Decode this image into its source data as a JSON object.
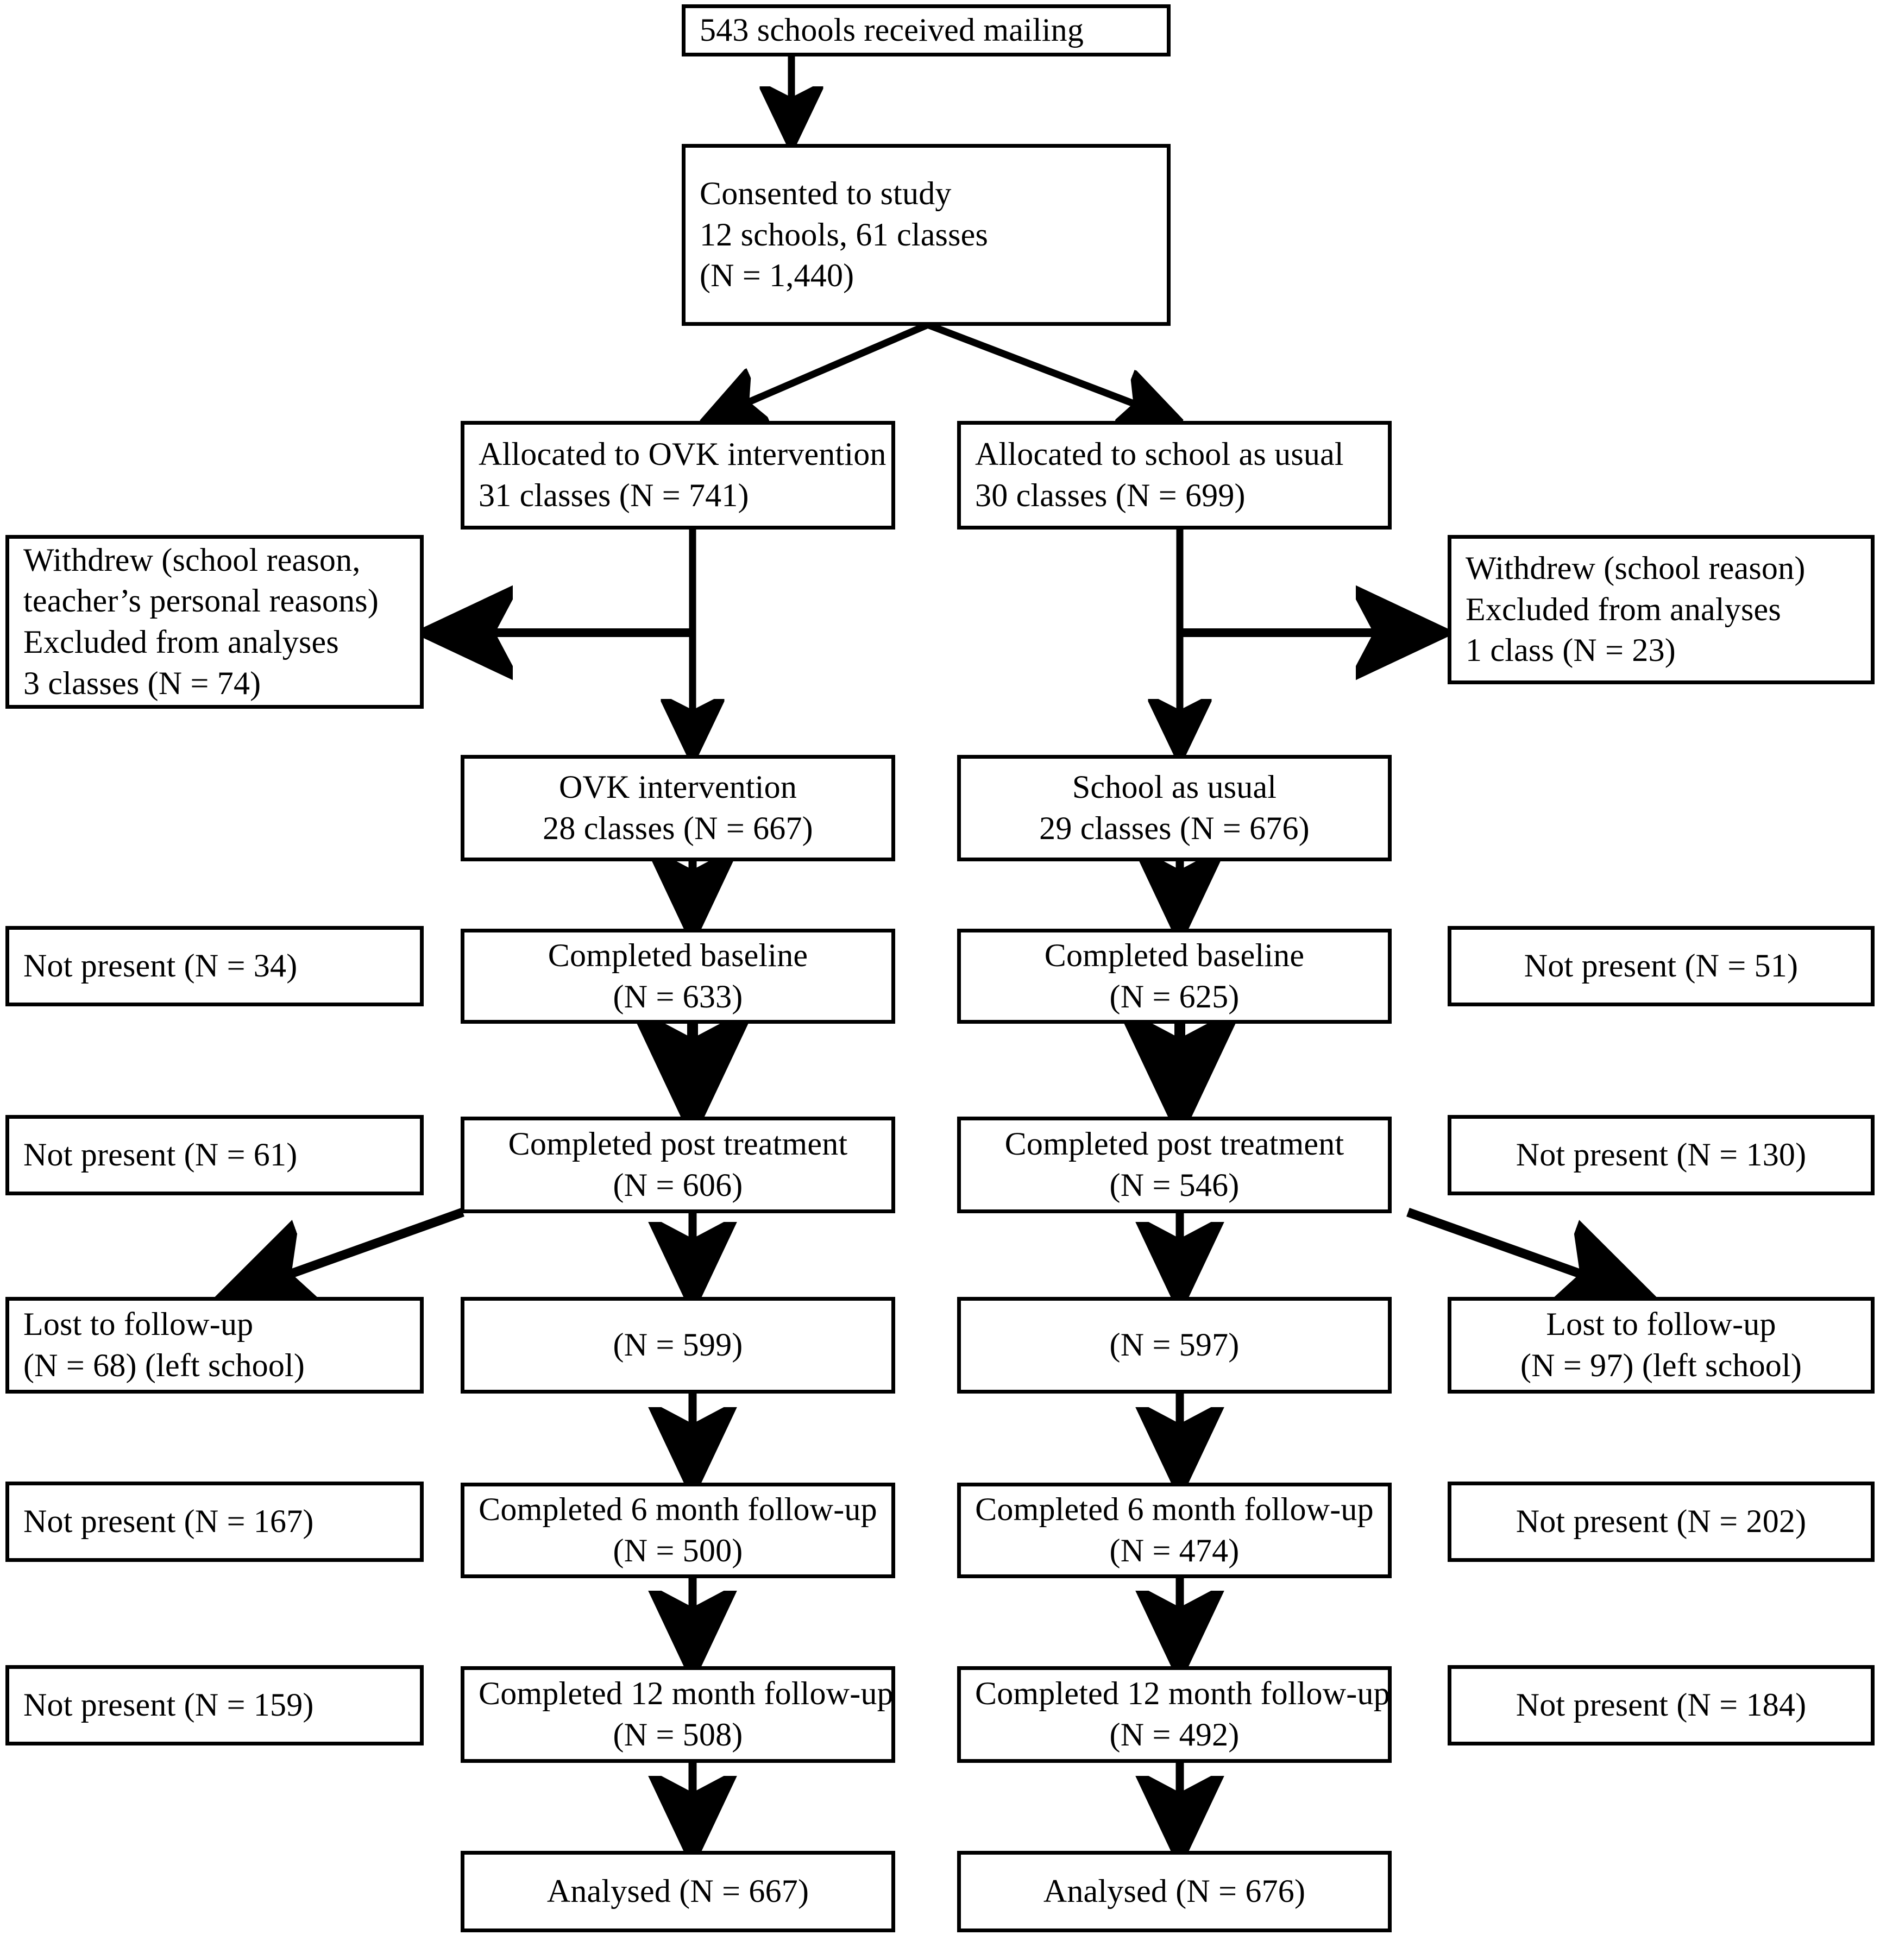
{
  "diagram": {
    "type": "consort-flow-diagram",
    "title": "CONSORT participant flow diagram",
    "style": {
      "box_border_color": "#000000",
      "box_fill": "#ffffff",
      "arrow_color": "#000000",
      "text_color": "#000000"
    },
    "nodes": {
      "mailing": {
        "lines": [
          "543 schools received mailing"
        ],
        "align": "left"
      },
      "consented": {
        "lines": [
          "Consented to study",
          "12 schools, 61 classes",
          "(N = 1,440)"
        ],
        "align": "left"
      },
      "alloc_ovk": {
        "lines": [
          "Allocated to OVK intervention",
          "31 classes (N = 741)"
        ],
        "align": "left"
      },
      "alloc_sau": {
        "lines": [
          "Allocated to school as usual",
          "30 classes (N = 699)"
        ],
        "align": "left"
      },
      "withdrew_left": {
        "lines": [
          "Withdrew (school reason,",
          "teacher’s personal reasons)",
          "Excluded from analyses",
          "3 classes (N = 74)"
        ],
        "align": "left"
      },
      "withdrew_right": {
        "lines": [
          "Withdrew (school reason)",
          "Excluded from analyses",
          "1 class (N = 23)"
        ],
        "align": "left"
      },
      "ovk_interv": {
        "lines": [
          "OVK intervention",
          "28 classes (N = 667)"
        ],
        "align": "center"
      },
      "school_usual": {
        "lines": [
          "School as usual",
          "29 classes (N = 676)"
        ],
        "align": "center"
      },
      "np_34": {
        "lines": [
          "Not present (N = 34)"
        ],
        "align": "left"
      },
      "baseline_ovk": {
        "lines": [
          "Completed baseline",
          "(N = 633)"
        ],
        "align": "center"
      },
      "baseline_sau": {
        "lines": [
          "Completed baseline",
          "(N = 625)"
        ],
        "align": "center"
      },
      "np_51": {
        "lines": [
          "Not present (N = 51)"
        ],
        "align": "center"
      },
      "np_61": {
        "lines": [
          "Not present (N = 61)"
        ],
        "align": "left"
      },
      "post_ovk": {
        "lines": [
          "Completed post treatment",
          "(N = 606)"
        ],
        "align": "center"
      },
      "post_sau": {
        "lines": [
          "Completed post treatment",
          "(N = 546)"
        ],
        "align": "center"
      },
      "np_130": {
        "lines": [
          "Not present (N = 130)"
        ],
        "align": "center"
      },
      "lost_left": {
        "lines": [
          "Lost to follow-up",
          "(N = 68) (left school)"
        ],
        "align": "left"
      },
      "n_599": {
        "lines": [
          "(N = 599)"
        ],
        "align": "center"
      },
      "n_597": {
        "lines": [
          "(N = 597)"
        ],
        "align": "center"
      },
      "lost_right": {
        "lines": [
          "Lost to follow-up",
          "(N = 97) (left school)"
        ],
        "align": "center"
      },
      "np_167": {
        "lines": [
          "Not present (N = 167)"
        ],
        "align": "left"
      },
      "fu6_ovk": {
        "lines": [
          "Completed 6 month follow-up",
          "(N = 500)"
        ],
        "align": "center"
      },
      "fu6_sau": {
        "lines": [
          "Completed 6 month follow-up",
          "(N = 474)"
        ],
        "align": "center"
      },
      "np_202": {
        "lines": [
          "Not present (N = 202)"
        ],
        "align": "center"
      },
      "np_159": {
        "lines": [
          "Not present (N = 159)"
        ],
        "align": "left"
      },
      "fu12_ovk": {
        "lines": [
          "Completed 12 month follow-up",
          "(N = 508)"
        ],
        "align": "center"
      },
      "fu12_sau": {
        "lines": [
          "Completed 12 month follow-up",
          "(N = 492)"
        ],
        "align": "center"
      },
      "np_184": {
        "lines": [
          "Not present (N = 184)"
        ],
        "align": "center"
      },
      "analysed_ovk": {
        "lines": [
          "Analysed (N = 667)"
        ],
        "align": "center"
      },
      "analysed_sau": {
        "lines": [
          "Analysed (N = 676)"
        ],
        "align": "center"
      }
    }
  }
}
